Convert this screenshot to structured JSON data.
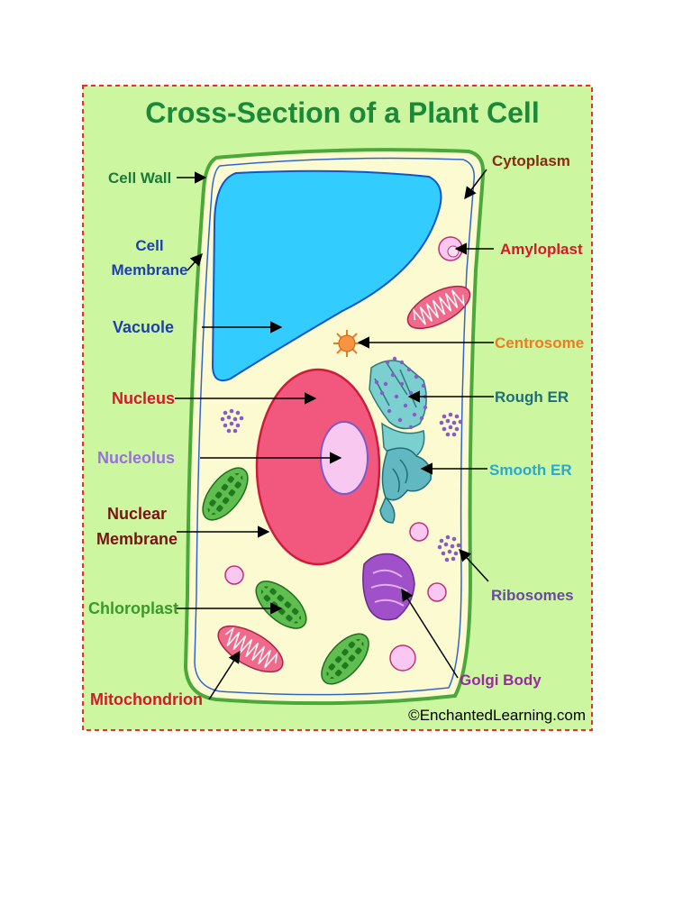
{
  "title": "Cross-Section of a Plant Cell",
  "credit": "©EnchantedLearning.com",
  "colors": {
    "background": "#ccf7a0",
    "frame_border": "#e8302a",
    "cell_wall": "#4aa93a",
    "cytoplasm": "#fbfad0",
    "vacuole": "#33ccff",
    "nucleus": "#f2587e",
    "nucleolus": "#f9c8f0",
    "title_text": "#1a8a3a"
  },
  "labels": {
    "cell_wall": "Cell Wall",
    "cell_membrane_1": "Cell",
    "cell_membrane_2": "Membrane",
    "vacuole": "Vacuole",
    "nucleus": "Nucleus",
    "nucleolus": "Nucleolus",
    "nuclear_membrane_1": "Nuclear",
    "nuclear_membrane_2": "Membrane",
    "chloroplast": "Chloroplast",
    "mitochondrion": "Mitochondrion",
    "cytoplasm": "Cytoplasm",
    "amyloplast": "Amyloplast",
    "centrosome": "Centrosome",
    "rough_er": "Rough ER",
    "smooth_er": "Smooth ER",
    "ribosomes": "Ribosomes",
    "golgi_body": "Golgi Body"
  }
}
